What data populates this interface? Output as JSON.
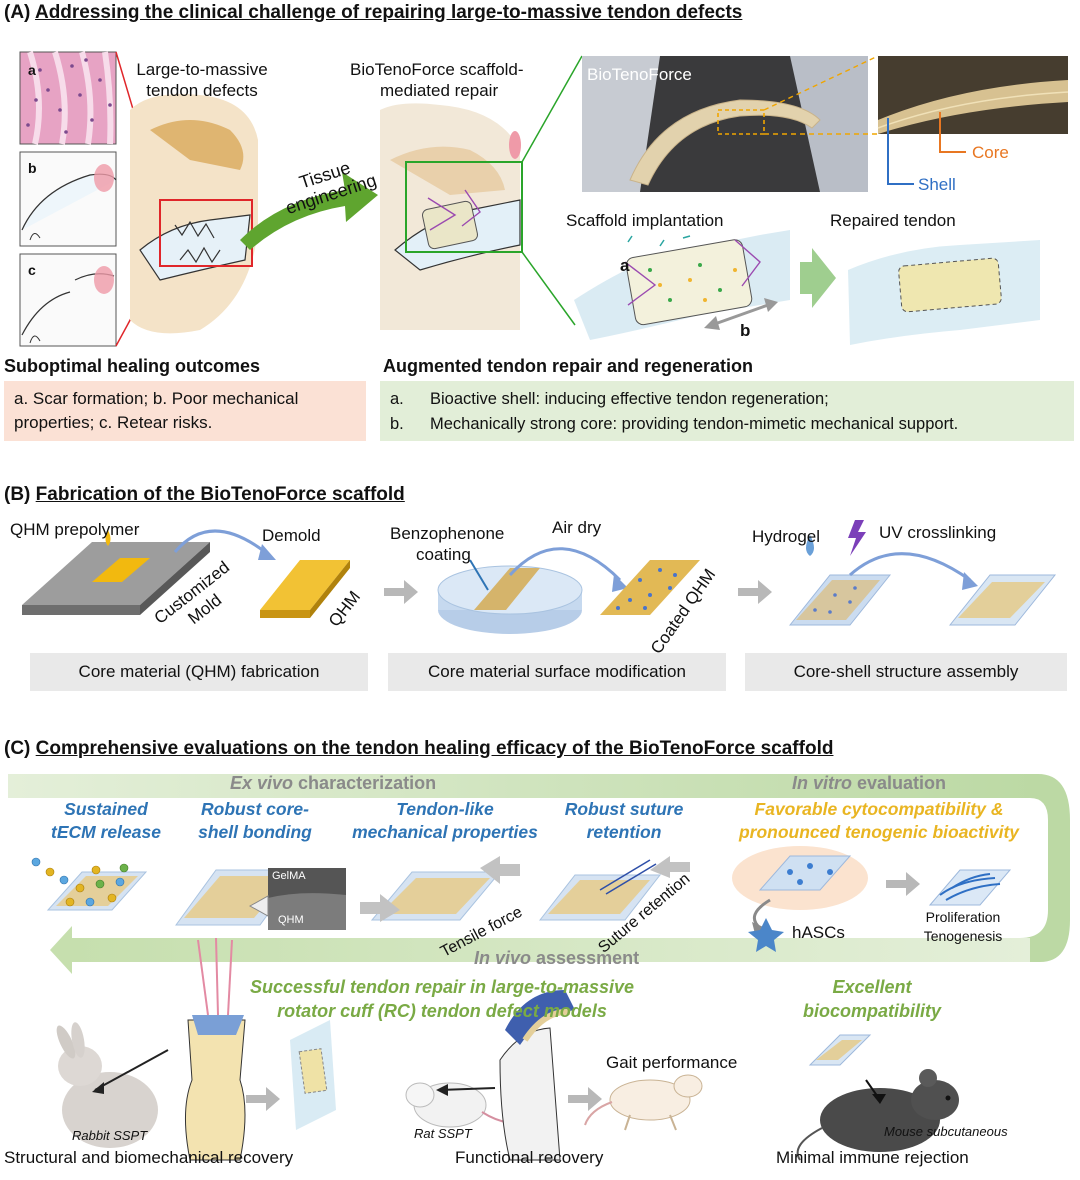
{
  "sectionA": {
    "prefix": "(A)",
    "title": "Addressing the clinical challenge of repairing large-to-massive tendon defects",
    "panel_labels": [
      "a",
      "b",
      "c"
    ],
    "defect_label_1": "Large-to-massive",
    "defect_label_2": "tendon defects",
    "arrow_text_1": "Tissue",
    "arrow_text_2": "engineering",
    "repair_label_1": "BioTenoForce scaffold-",
    "repair_label_2": "mediated repair",
    "photo_label": "BioTenoForce",
    "core_label": "Core",
    "shell_label": "Shell",
    "implant_label": "Scaffold implantation",
    "repaired_label": "Repaired tendon",
    "marker_a": "a",
    "marker_b": "b",
    "left_heading": "Suboptimal healing outcomes",
    "left_box": "a. Scar formation; b. Poor mechanical properties; c. Retear risks.",
    "right_heading": "Augmented tendon repair and regeneration",
    "right_item_a_marker": "a.",
    "right_item_a": "Bioactive shell: inducing effective tendon regeneration;",
    "right_item_b_marker": "b.",
    "right_item_b": "Mechanically strong core: providing tendon-mimetic mechanical support."
  },
  "sectionB": {
    "prefix": "(B)",
    "title": "Fabrication of the BioTenoForce scaffold",
    "qhm_prepolymer": "QHM prepolymer",
    "demold": "Demold",
    "mold_1": "Customized",
    "mold_2": "Mold",
    "qhm": "QHM",
    "benzophenone_1": "Benzophenone",
    "benzophenone_2": "coating",
    "air_dry": "Air dry",
    "coated_qhm": "Coated QHM",
    "hydrogel": "Hydrogel",
    "uv": "UV crosslinking",
    "cap1": "Core material (QHM) fabrication",
    "cap2": "Core material surface modification",
    "cap3": "Core-shell structure assembly"
  },
  "sectionC": {
    "prefix": "(C)",
    "title": "Comprehensive evaluations on the tendon healing efficacy of the BioTenoForce scaffold",
    "exvivo_it": "Ex vivo",
    "exvivo_rest": " characterization",
    "invitro_it": "In vitro",
    "invitro_rest": " evaluation",
    "invivo_it": "In vivo",
    "invivo_rest": " assessment",
    "f1_1": "Sustained",
    "f1_2": "tECM release",
    "f2_1": "Robust core-",
    "f2_2": "shell bonding",
    "f3_1": "Tendon-like",
    "f3_2": "mechanical properties",
    "f4_1": "Robust suture",
    "f4_2": "retention",
    "f5_1": "Favorable cytocompatibility &",
    "f5_2": "pronounced tenogenic bioactivity",
    "gelma": "GelMA",
    "qhm": "QHM",
    "tensile": "Tensile force",
    "suture": "Suture retention",
    "hascs": "hASCs",
    "prolif": "Proliferation",
    "teno": "Tenogenesis",
    "success_1": "Successful tendon repair in large-to-massive",
    "success_2": "rotator cuff (RC) tendon defect models",
    "excellent_1": "Excellent",
    "excellent_2": "biocompatibility",
    "rabbit": "Rabbit SSPT",
    "rat": "Rat SSPT",
    "gait": "Gait performance",
    "mouse": "Mouse subcutaneous",
    "out1": "Structural and biomechanical recovery",
    "out2": "Functional recovery",
    "out3": "Minimal immune rejection"
  },
  "colors": {
    "red_box": "#e0262a",
    "green_box": "#2aa52a",
    "tissue_arrow": "#5fa52f",
    "blue_text": "#2e74b5",
    "yellow_text": "#e9b522",
    "green_text": "#7aaa45",
    "core_orange": "#e87722",
    "shell_blue": "#2f6fc4"
  }
}
